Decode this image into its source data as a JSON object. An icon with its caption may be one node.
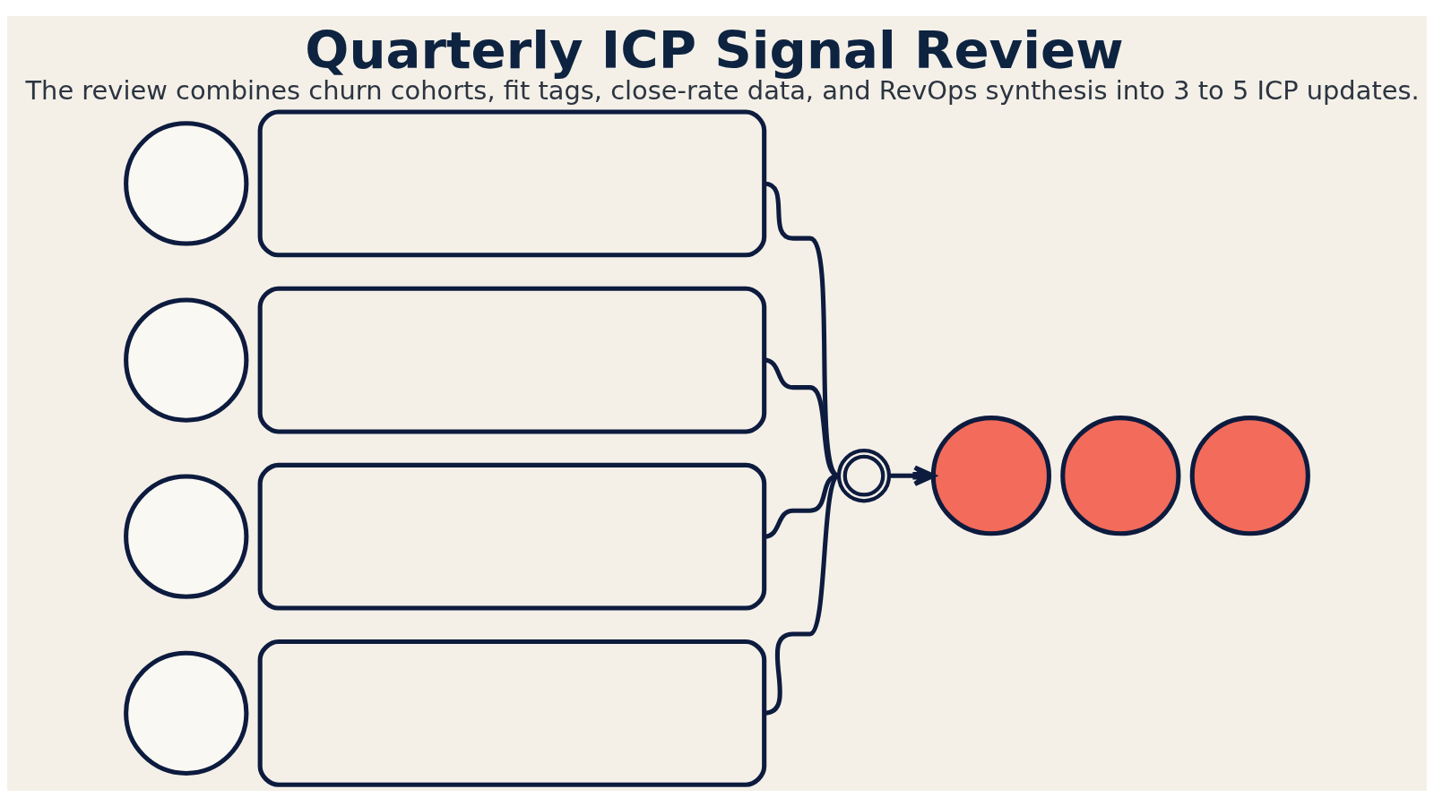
{
  "diagram": {
    "title": "Quarterly ICP Signal Review",
    "caption": "The review combines churn cohorts, fit tags, close-rate data, and RevOps synthesis into 3 to 5 ICP updates.",
    "nodes": [
      {
        "text": [],
        "shape": "circle"
      },
      {
        "text": [],
        "shape": "box"
      },
      {
        "text": [],
        "shape": "circle"
      },
      {
        "text": [],
        "shape": "box"
      },
      {
        "text": [],
        "shape": "circle"
      },
      {
        "text": [],
        "shape": "box"
      },
      {
        "text": [],
        "shape": "circle"
      },
      {
        "text": [],
        "shape": "box"
      },
      {
        "text": [],
        "shape": "circle"
      },
      {
        "text": [],
        "shape": "circle"
      },
      {
        "text": [],
        "shape": "circle"
      },
      {
        "text": [],
        "shape": "circle"
      }
    ],
    "edges": [
      {
        "from": 1,
        "to": 8,
        "arrow": "none"
      },
      {
        "from": 3,
        "to": 8,
        "arrow": "none"
      },
      {
        "from": 5,
        "to": 8,
        "arrow": "none"
      },
      {
        "from": 7,
        "to": 8,
        "arrow": "none"
      },
      {
        "from": 8,
        "to": 9,
        "arrow": "to"
      }
    ]
  }
}
